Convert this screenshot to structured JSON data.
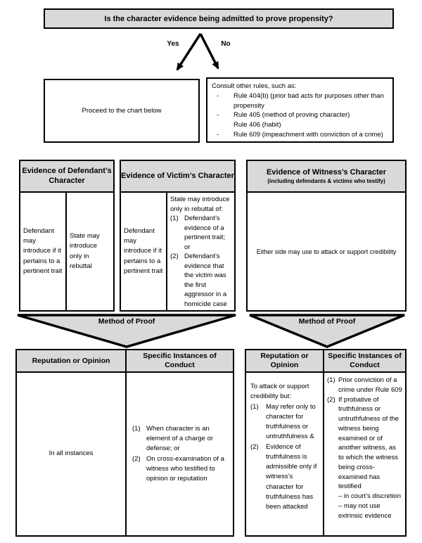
{
  "colors": {
    "header_fill": "#d9d9d9",
    "border": "#000000",
    "background": "#ffffff"
  },
  "top": {
    "question": "Is the character evidence being admitted to prove propensity?",
    "yes_label": "Yes",
    "no_label": "No",
    "yes_box_text": "Proceed to the chart below",
    "no_box": {
      "intro": "Consult other rules, such as:",
      "items": [
        {
          "dash": "-",
          "text": "Rule 404(b) (prior bad acts for purposes other than propensity"
        },
        {
          "dash": "-",
          "text": "Rule 405 (method of proving character)",
          "text2": "Rule 406 (habit)"
        },
        {
          "dash": "-",
          "text": "Rule 609 (impeachment with conviction of a crime)"
        }
      ]
    }
  },
  "middle": {
    "defendant": {
      "title": "Evidence of Defendant’s Character",
      "col1": "Defendant may introduce if it pertains to a pertinent trait",
      "col2": "State may introduce only in rebuttal"
    },
    "victim": {
      "title": "Evidence of Victim’s Character",
      "col1": "Defendant may introduce if it pertains to a pertinent trait",
      "col2_intro": "State may introduce only in rebuttal of:",
      "col2_items": [
        {
          "num": "(1)",
          "text": "Defendant’s evidence of a pertinent trait; or"
        },
        {
          "num": "(2)",
          "text": "Defendant’s evidence that the victim was the first aggressor in a homicide case"
        }
      ]
    },
    "witness": {
      "title": "Evidence of Witness’s Character",
      "subtitle": "(including defendants & victims who testify)",
      "body": "Either side may use to attack or support credibility"
    }
  },
  "method_of_proof": {
    "left": "Method of Proof",
    "right": "Method of Proof"
  },
  "bottom_left": {
    "headers": [
      "Reputation or Opinion",
      "Specific Instances of Conduct"
    ],
    "col1": "In all instances",
    "col2_items": [
      {
        "num": "(1)",
        "text": "When character is an element of a charge or defense; or"
      },
      {
        "num": "(2)",
        "text": "On cross-examination of a witness who testified to opinion or reputation"
      }
    ]
  },
  "bottom_right": {
    "headers": [
      "Reputation or Opinion",
      "Specific Instances of Conduct"
    ],
    "col1_intro": "To attack or support credibility but:",
    "col1_items": [
      {
        "num": "(1)",
        "text": "May refer only to character for truthfulness or untruthfulness &"
      },
      {
        "num": "(2)",
        "text": "Evidence of truthfulness is admissible only if witness’s character for truthfulness has been attacked"
      }
    ],
    "col2_items": [
      {
        "num": "(1)",
        "text": "Prior conviction of a crime under Rule 609"
      },
      {
        "num": "(2)",
        "text": "If probative of truthfulness or untruthfulness of the witness being examined or of another witness, as to which the witness being cross-examined has testified",
        "extra1": "– in court’s discretion",
        "extra2": "– may not use extrinsic evidence"
      }
    ]
  }
}
